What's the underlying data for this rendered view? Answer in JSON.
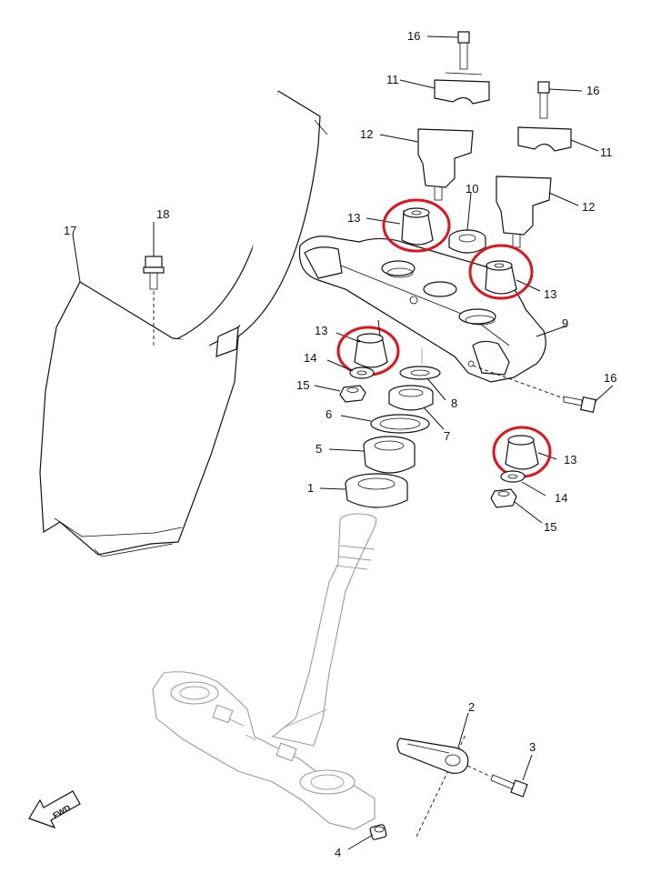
{
  "callouts": {
    "p1": "1",
    "p2": "2",
    "p3": "3",
    "p4": "4",
    "p5": "5",
    "p6": "6",
    "p7": "7",
    "p8": "8",
    "p9": "9",
    "p10": "10",
    "p11a": "11",
    "p11b": "11",
    "p12a": "12",
    "p12b": "12",
    "p13a": "13",
    "p13b": "13",
    "p13c": "13",
    "p13d": "13",
    "p14a": "14",
    "p14b": "14",
    "p15a": "15",
    "p15b": "15",
    "p16a": "16",
    "p16b": "16",
    "p16c": "16",
    "p17": "17",
    "p18": "18"
  },
  "fwd_label": "FWD",
  "highlight_color": "#e0141a"
}
